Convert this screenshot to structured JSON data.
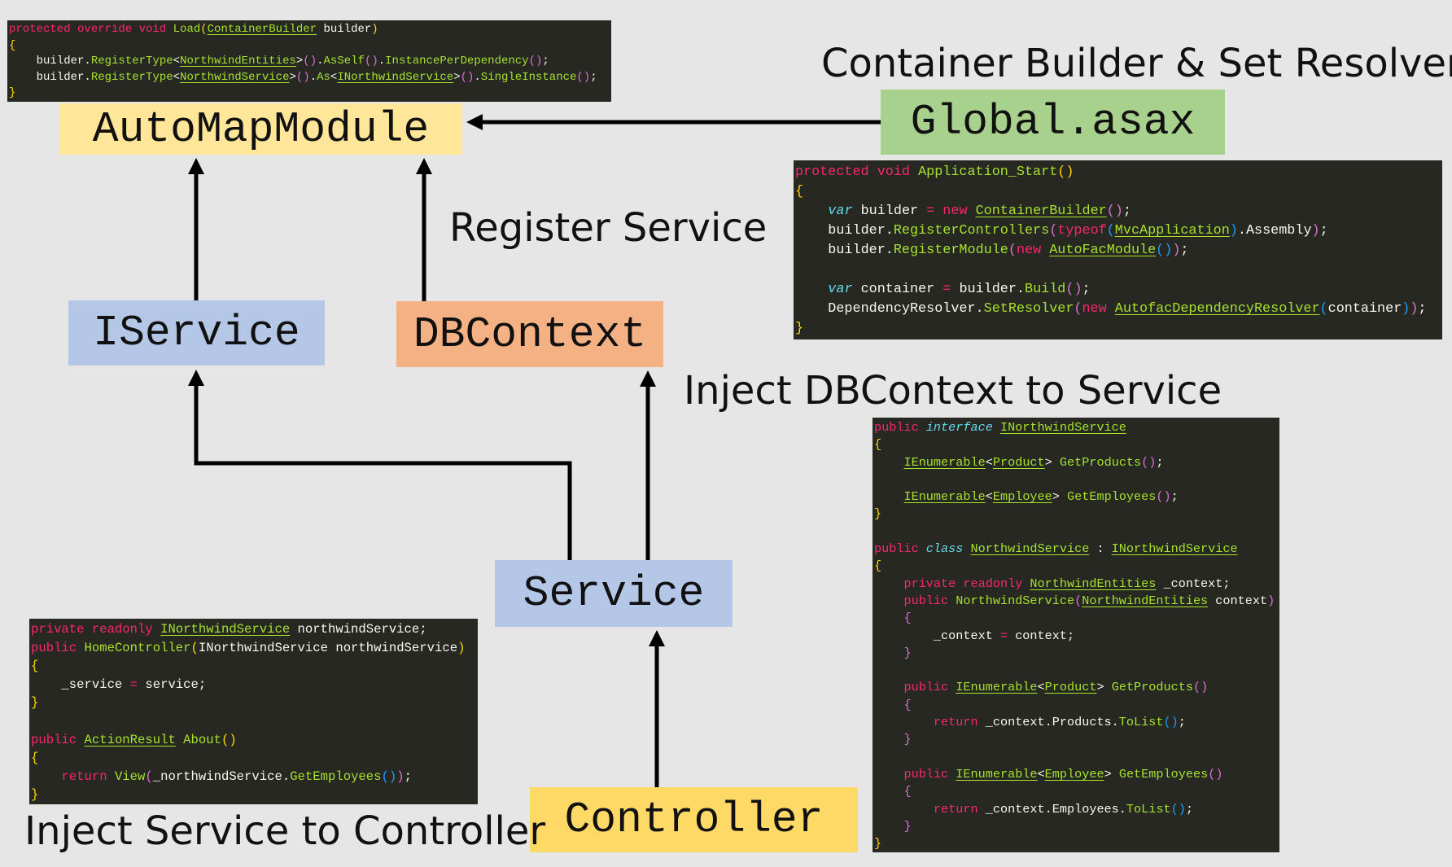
{
  "colors": {
    "background": "#e6e6e6",
    "automap_box": "#ffe699",
    "global_box": "#a9d18e",
    "iservice_box": "#b4c7e7",
    "dbcontext_box": "#f4b183",
    "service_box": "#b4c7e7",
    "controller_box": "#ffd966",
    "code_background": "#272822"
  },
  "boxes": {
    "automap": "AutoMapModule",
    "global": "Global.asax",
    "iservice": "IService",
    "dbcontext": "DBContext",
    "service": "Service",
    "controller": "Controller"
  },
  "labels": {
    "container_builder": "Container Builder & Set Resolver",
    "register_service": "Register Service",
    "inject_dbcontext": "Inject DBContext to Service",
    "inject_service": "Inject Service to Controller"
  },
  "code_blocks": [
    {
      "name": "automap-load-code",
      "lines": [
        [
          [
            "protected override void ",
            "k"
          ],
          [
            "Load",
            "f"
          ],
          [
            "(",
            "y"
          ],
          [
            "ContainerBuilder",
            "t"
          ],
          [
            " builder",
            "w"
          ],
          [
            ")",
            "y"
          ]
        ],
        [
          [
            "{",
            "y"
          ]
        ],
        [
          [
            "    builder.",
            "w"
          ],
          [
            "RegisterType",
            "f"
          ],
          [
            "<",
            "w"
          ],
          [
            "NorthwindEntities",
            "t"
          ],
          [
            ">",
            "w"
          ],
          [
            "()",
            "p"
          ],
          [
            ".",
            "w"
          ],
          [
            "AsSelf",
            "f"
          ],
          [
            "()",
            "p"
          ],
          [
            ".",
            "w"
          ],
          [
            "InstancePerDependency",
            "f"
          ],
          [
            "()",
            "p"
          ],
          [
            ";",
            "w"
          ]
        ],
        [
          [
            "    builder.",
            "w"
          ],
          [
            "RegisterType",
            "f"
          ],
          [
            "<",
            "w"
          ],
          [
            "NorthwindService",
            "t"
          ],
          [
            ">",
            "w"
          ],
          [
            "()",
            "p"
          ],
          [
            ".",
            "w"
          ],
          [
            "As",
            "f"
          ],
          [
            "<",
            "w"
          ],
          [
            "INorthwindService",
            "t"
          ],
          [
            ">",
            "w"
          ],
          [
            "()",
            "p"
          ],
          [
            ".",
            "w"
          ],
          [
            "SingleInstance",
            "f"
          ],
          [
            "()",
            "p"
          ],
          [
            ";",
            "w"
          ]
        ],
        [
          [
            "}",
            "y"
          ]
        ]
      ]
    },
    {
      "name": "application-start-code",
      "lines": [
        [
          [
            "protected void ",
            "k"
          ],
          [
            "Application_Start",
            "f"
          ],
          [
            "()",
            "y"
          ]
        ],
        [
          [
            "{",
            "y"
          ]
        ],
        [
          [
            "    ",
            "w"
          ],
          [
            "var",
            "i"
          ],
          [
            " builder ",
            "w"
          ],
          [
            "= new ",
            "k"
          ],
          [
            "ContainerBuilder",
            "t"
          ],
          [
            "()",
            "p"
          ],
          [
            ";",
            "w"
          ]
        ],
        [
          [
            "    builder.",
            "w"
          ],
          [
            "RegisterControllers",
            "f"
          ],
          [
            "(",
            "p"
          ],
          [
            "typeof",
            "k"
          ],
          [
            "(",
            "b"
          ],
          [
            "MvcApplication",
            "t"
          ],
          [
            ")",
            "b"
          ],
          [
            ".Assembly",
            "w"
          ],
          [
            ")",
            "p"
          ],
          [
            ";",
            "w"
          ]
        ],
        [
          [
            "    builder.",
            "w"
          ],
          [
            "RegisterModule",
            "f"
          ],
          [
            "(",
            "p"
          ],
          [
            "new ",
            "k"
          ],
          [
            "AutoFacModule",
            "t"
          ],
          [
            "()",
            "b"
          ],
          [
            ")",
            "p"
          ],
          [
            ";",
            "w"
          ]
        ],
        [
          [
            " ",
            "w"
          ]
        ],
        [
          [
            "    ",
            "w"
          ],
          [
            "var",
            "i"
          ],
          [
            " container ",
            "w"
          ],
          [
            "=",
            "k"
          ],
          [
            " builder.",
            "w"
          ],
          [
            "Build",
            "f"
          ],
          [
            "()",
            "p"
          ],
          [
            ";",
            "w"
          ]
        ],
        [
          [
            "    DependencyResolver.",
            "w"
          ],
          [
            "SetResolver",
            "f"
          ],
          [
            "(",
            "p"
          ],
          [
            "new ",
            "k"
          ],
          [
            "AutofacDependencyResolver",
            "t"
          ],
          [
            "(",
            "b"
          ],
          [
            "container",
            "w"
          ],
          [
            ")",
            "b"
          ],
          [
            ")",
            "p"
          ],
          [
            ";",
            "w"
          ]
        ],
        [
          [
            "}",
            "y"
          ]
        ]
      ]
    },
    {
      "name": "home-controller-code",
      "lines": [
        [
          [
            "private readonly ",
            "k"
          ],
          [
            "INorthwindService",
            "t"
          ],
          [
            " northwindService;",
            "w"
          ]
        ],
        [
          [
            "public ",
            "k"
          ],
          [
            "HomeController",
            "f"
          ],
          [
            "(",
            "y"
          ],
          [
            "INorthwindService northwindService",
            "w"
          ],
          [
            ")",
            "y"
          ]
        ],
        [
          [
            "{",
            "y"
          ]
        ],
        [
          [
            "    _service ",
            "w"
          ],
          [
            "=",
            "k"
          ],
          [
            " service;",
            "w"
          ]
        ],
        [
          [
            "}",
            "y"
          ]
        ],
        [
          [
            " ",
            "w"
          ]
        ],
        [
          [
            "public ",
            "k"
          ],
          [
            "ActionResult",
            "t"
          ],
          [
            " ",
            "w"
          ],
          [
            "About",
            "f"
          ],
          [
            "()",
            "y"
          ]
        ],
        [
          [
            "{",
            "y"
          ]
        ],
        [
          [
            "    ",
            "w"
          ],
          [
            "return ",
            "k"
          ],
          [
            "View",
            "f"
          ],
          [
            "(",
            "p"
          ],
          [
            "_northwindService.",
            "w"
          ],
          [
            "GetEmployees",
            "f"
          ],
          [
            "()",
            "b"
          ],
          [
            ")",
            "p"
          ],
          [
            ";",
            "w"
          ]
        ],
        [
          [
            "}",
            "y"
          ]
        ]
      ]
    },
    {
      "name": "northwind-service-code",
      "lines": [
        [
          [
            "public ",
            "k"
          ],
          [
            "interface ",
            "i"
          ],
          [
            "INorthwindService",
            "t"
          ]
        ],
        [
          [
            "{",
            "y"
          ]
        ],
        [
          [
            "    ",
            "w"
          ],
          [
            "IEnumerable",
            "t"
          ],
          [
            "<",
            "w"
          ],
          [
            "Product",
            "t"
          ],
          [
            "> ",
            "w"
          ],
          [
            "GetProducts",
            "f"
          ],
          [
            "()",
            "p"
          ],
          [
            ";",
            "w"
          ]
        ],
        [
          [
            " ",
            "w"
          ]
        ],
        [
          [
            "    ",
            "w"
          ],
          [
            "IEnumerable",
            "t"
          ],
          [
            "<",
            "w"
          ],
          [
            "Employee",
            "t"
          ],
          [
            "> ",
            "w"
          ],
          [
            "GetEmployees",
            "f"
          ],
          [
            "()",
            "p"
          ],
          [
            ";",
            "w"
          ]
        ],
        [
          [
            "}",
            "y"
          ]
        ],
        [
          [
            " ",
            "w"
          ]
        ],
        [
          [
            "public ",
            "k"
          ],
          [
            "class ",
            "i"
          ],
          [
            "NorthwindService",
            "t"
          ],
          [
            " : ",
            "w"
          ],
          [
            "INorthwindService",
            "t"
          ]
        ],
        [
          [
            "{",
            "y"
          ]
        ],
        [
          [
            "    ",
            "w"
          ],
          [
            "private readonly ",
            "k"
          ],
          [
            "NorthwindEntities",
            "t"
          ],
          [
            " _context;",
            "w"
          ]
        ],
        [
          [
            "    ",
            "w"
          ],
          [
            "public ",
            "k"
          ],
          [
            "NorthwindService",
            "f"
          ],
          [
            "(",
            "p"
          ],
          [
            "NorthwindEntities",
            "t"
          ],
          [
            " context",
            "w"
          ],
          [
            ")",
            "p"
          ]
        ],
        [
          [
            "    ",
            "w"
          ],
          [
            "{",
            "p"
          ]
        ],
        [
          [
            "        _context ",
            "w"
          ],
          [
            "=",
            "k"
          ],
          [
            " context;",
            "w"
          ]
        ],
        [
          [
            "    ",
            "w"
          ],
          [
            "}",
            "p"
          ]
        ],
        [
          [
            " ",
            "w"
          ]
        ],
        [
          [
            "    ",
            "w"
          ],
          [
            "public ",
            "k"
          ],
          [
            "IEnumerable",
            "t"
          ],
          [
            "<",
            "w"
          ],
          [
            "Product",
            "t"
          ],
          [
            "> ",
            "w"
          ],
          [
            "GetProducts",
            "f"
          ],
          [
            "()",
            "p"
          ]
        ],
        [
          [
            "    ",
            "w"
          ],
          [
            "{",
            "p"
          ]
        ],
        [
          [
            "        ",
            "w"
          ],
          [
            "return ",
            "k"
          ],
          [
            "_context.Products.",
            "w"
          ],
          [
            "ToList",
            "f"
          ],
          [
            "()",
            "b"
          ],
          [
            ";",
            "w"
          ]
        ],
        [
          [
            "    ",
            "w"
          ],
          [
            "}",
            "p"
          ]
        ],
        [
          [
            " ",
            "w"
          ]
        ],
        [
          [
            "    ",
            "w"
          ],
          [
            "public ",
            "k"
          ],
          [
            "IEnumerable",
            "t"
          ],
          [
            "<",
            "w"
          ],
          [
            "Employee",
            "t"
          ],
          [
            "> ",
            "w"
          ],
          [
            "GetEmployees",
            "f"
          ],
          [
            "()",
            "p"
          ]
        ],
        [
          [
            "    ",
            "w"
          ],
          [
            "{",
            "p"
          ]
        ],
        [
          [
            "        ",
            "w"
          ],
          [
            "return ",
            "k"
          ],
          [
            "_context.Employees.",
            "w"
          ],
          [
            "ToList",
            "f"
          ],
          [
            "()",
            "b"
          ],
          [
            ";",
            "w"
          ]
        ],
        [
          [
            "    ",
            "w"
          ],
          [
            "}",
            "p"
          ]
        ],
        [
          [
            "}",
            "y"
          ]
        ]
      ]
    }
  ]
}
